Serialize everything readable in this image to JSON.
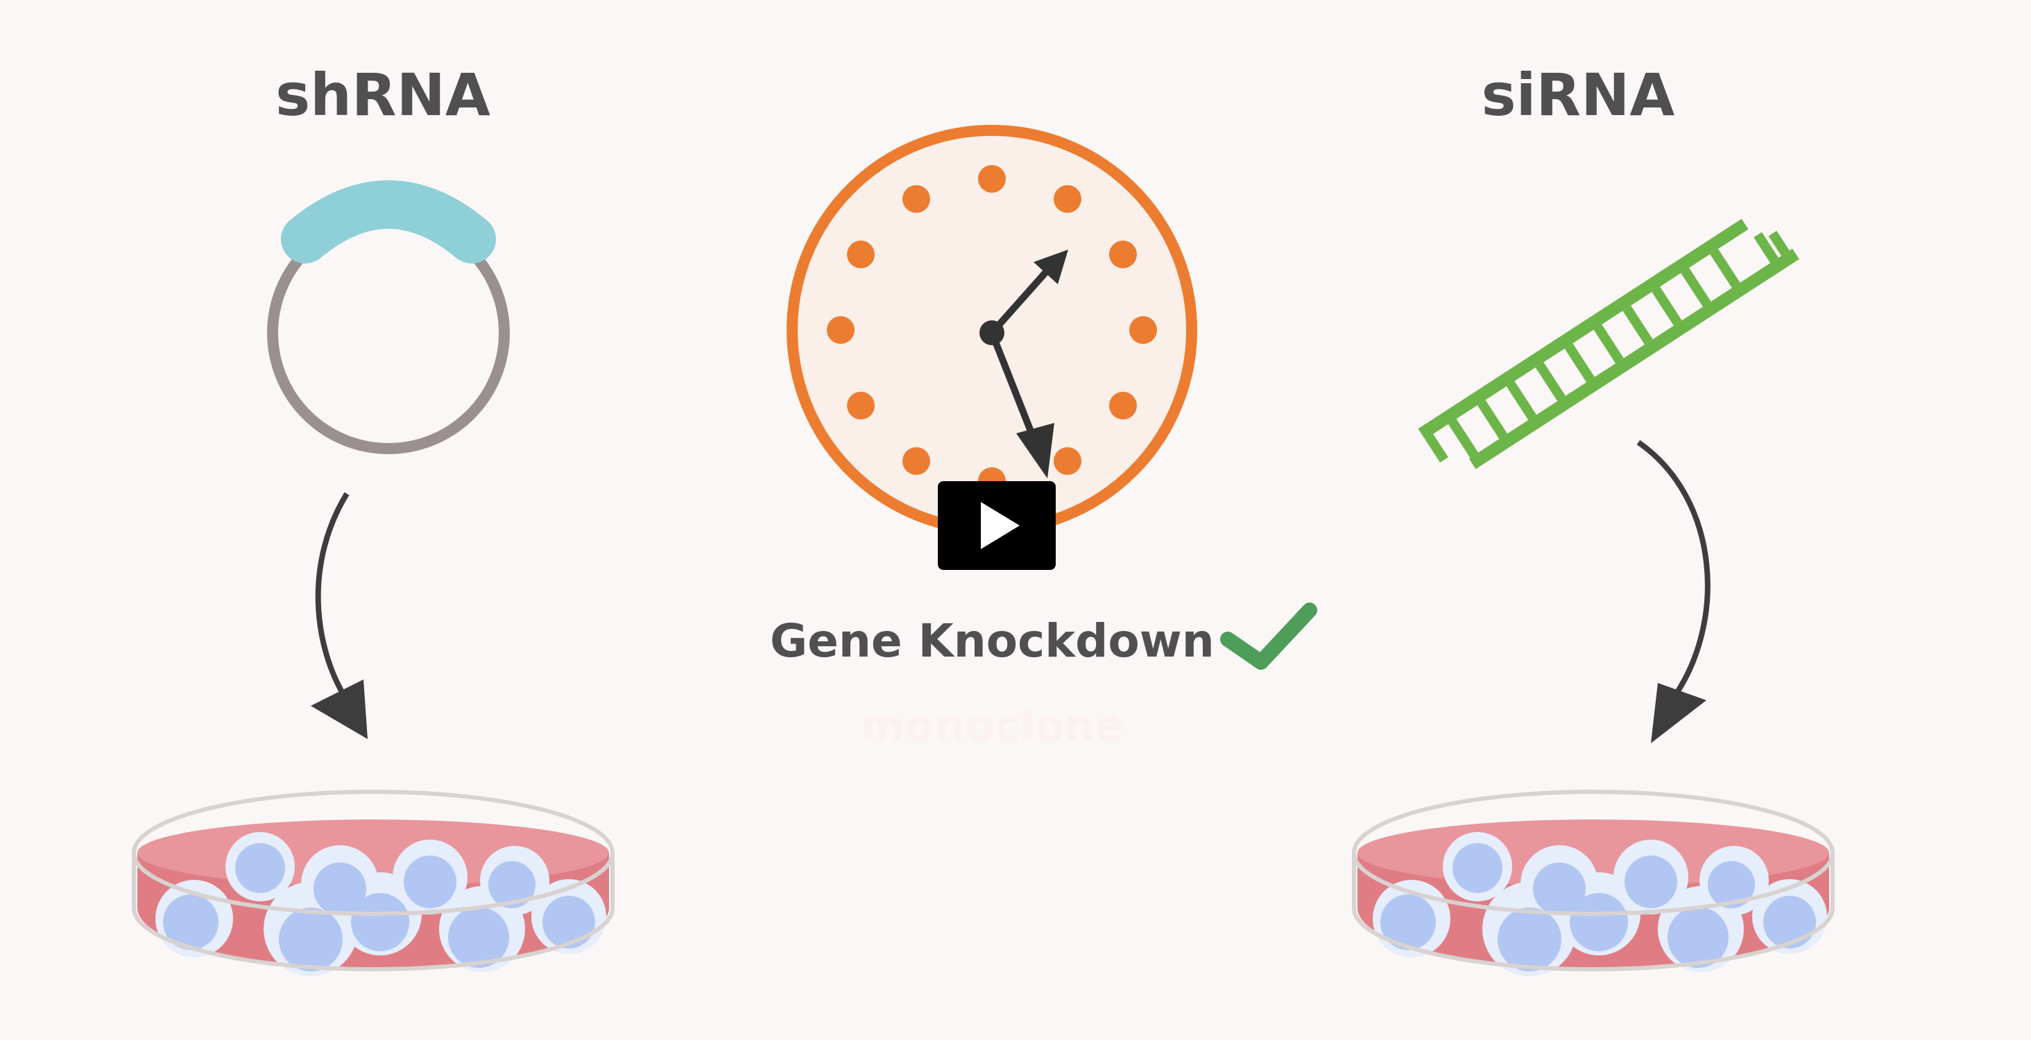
{
  "video": {
    "shrna_title": "shRNA",
    "sirna_title": "siRNA",
    "knockdown_label": "Gene Knockdown",
    "faded_caption": "monoclone"
  },
  "icons": {
    "play": "play-icon",
    "checkmark": "checkmark-icon",
    "clock": "clock-icon",
    "plasmid": "plasmid-icon",
    "rna_ladder": "double-strand-rna-icon",
    "petri_dish": "petri-dish-icon",
    "arrow": "curved-arrow-icon"
  },
  "colors": {
    "background": "#fbf7f6",
    "clock_orange": "#ec7c30",
    "plasmid_insert": "#8fcfd8",
    "plasmid_ring": "#9a9090",
    "rna_green": "#6cb548",
    "check_green": "#4e9e5a",
    "dish_medium": "#e07d84",
    "cell_blue": "#b1c6f2",
    "text_gray": "#505050"
  }
}
